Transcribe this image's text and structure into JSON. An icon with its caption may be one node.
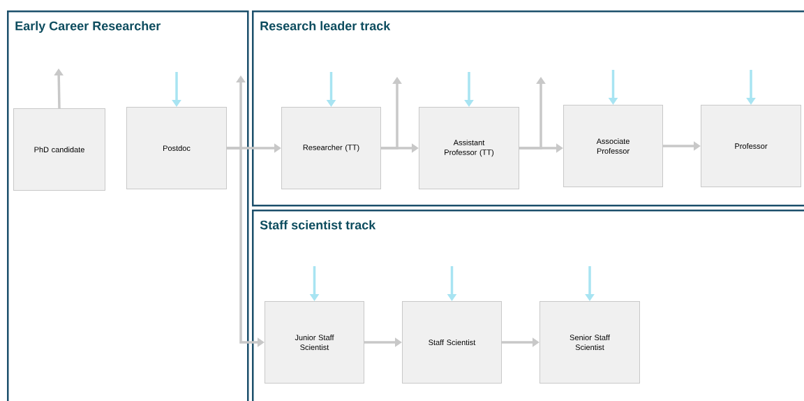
{
  "diagram": {
    "nodes": [
      {
        "text": [
          "Early Career Researcher"
        ]
      },
      {
        "text": [
          "PhD candidate"
        ],
        "in": 0
      },
      {
        "text": [
          "Postdoc"
        ],
        "in": 0
      },
      {
        "text": [
          "Research leader track"
        ]
      },
      {
        "text": [
          "Researcher (TT)"
        ],
        "in": 3
      },
      {
        "text": [
          "Assistant Professor (TT)"
        ],
        "in": 3
      },
      {
        "text": [
          "Associate Professor"
        ],
        "in": 3
      },
      {
        "text": [
          "Professor"
        ],
        "in": 3
      },
      {
        "text": [
          "Staff scientist track"
        ]
      },
      {
        "text": [
          "Junior Staff Scientist"
        ],
        "in": 8
      },
      {
        "text": [
          "Staff Scientist"
        ],
        "in": 8
      },
      {
        "text": [
          "Senior Staff Scientist"
        ],
        "in": 8
      }
    ],
    "edges": [
      {
        "from": 1,
        "to": null,
        "arrow": "to"
      },
      {
        "from": null,
        "to": 2,
        "arrow": "to",
        "color": "#a8e4f2"
      },
      {
        "from": 2,
        "to": 4,
        "arrow": "to"
      },
      {
        "from": 2,
        "to": null,
        "arrow": "to"
      },
      {
        "from": 2,
        "to": 9,
        "arrow": "to"
      },
      {
        "from": null,
        "to": 4,
        "arrow": "to",
        "color": "#a8e4f2"
      },
      {
        "from": 4,
        "to": 5,
        "arrow": "to"
      },
      {
        "from": 4,
        "to": null,
        "arrow": "to"
      },
      {
        "from": null,
        "to": 5,
        "arrow": "to",
        "color": "#a8e4f2"
      },
      {
        "from": 5,
        "to": 6,
        "arrow": "to"
      },
      {
        "from": 5,
        "to": null,
        "arrow": "to"
      },
      {
        "from": null,
        "to": 6,
        "arrow": "to",
        "color": "#a8e4f2"
      },
      {
        "from": 6,
        "to": 7,
        "arrow": "to"
      },
      {
        "from": null,
        "to": 7,
        "arrow": "to",
        "color": "#a8e4f2"
      },
      {
        "from": null,
        "to": 9,
        "arrow": "to",
        "color": "#a8e4f2"
      },
      {
        "from": 9,
        "to": 10,
        "arrow": "to"
      },
      {
        "from": null,
        "to": 10,
        "arrow": "to",
        "color": "#a8e4f2"
      },
      {
        "from": 10,
        "to": 11,
        "arrow": "to"
      },
      {
        "from": null,
        "to": 11,
        "arrow": "to",
        "color": "#a8e4f2"
      }
    ]
  }
}
